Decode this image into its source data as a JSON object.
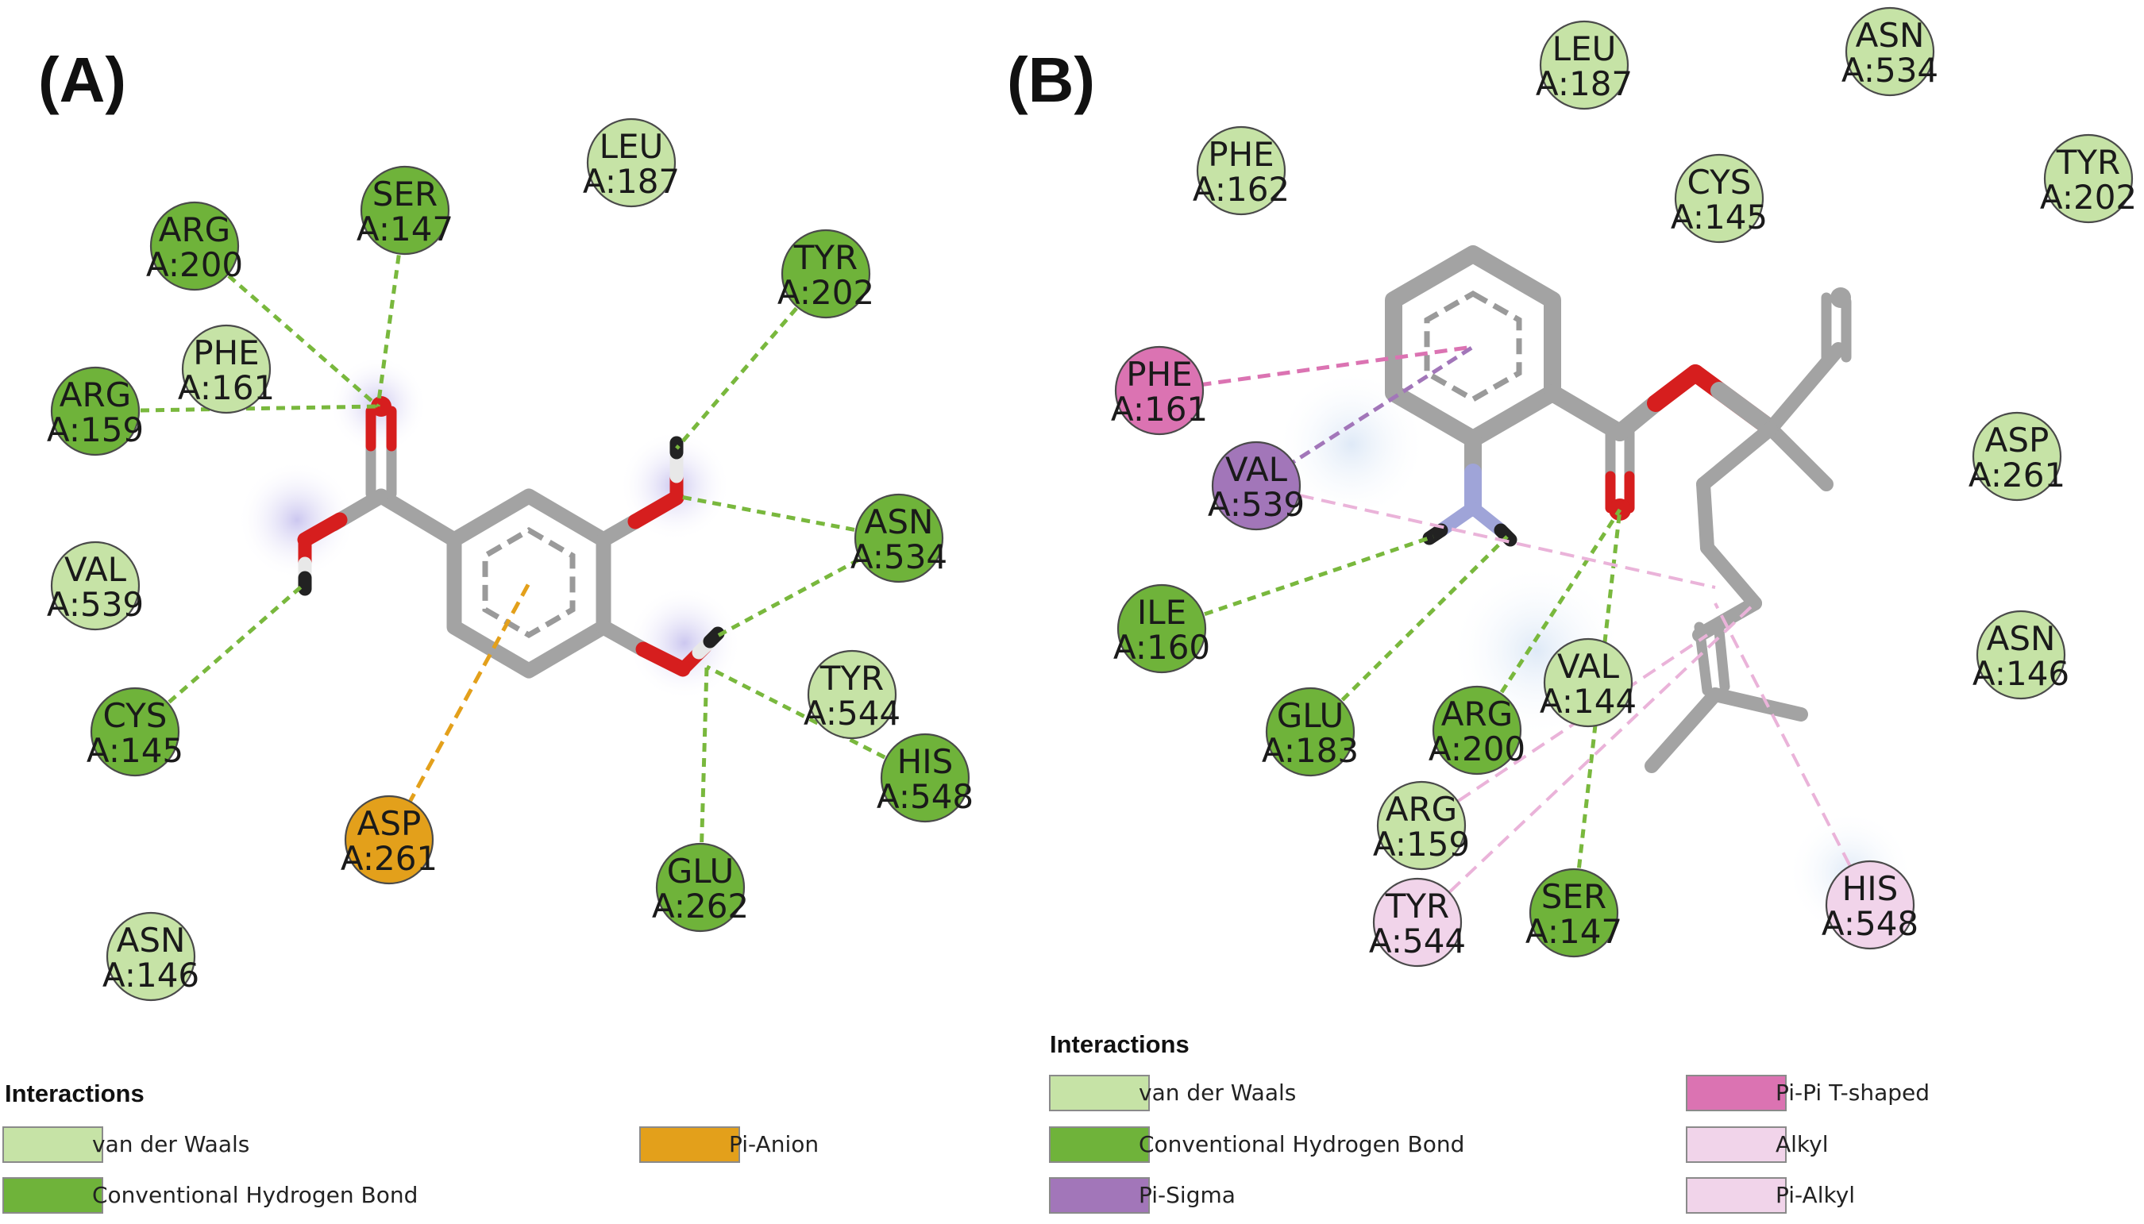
{
  "panels": [
    {
      "id": "A",
      "label": "(A)"
    },
    {
      "id": "B",
      "label": "(B)"
    }
  ],
  "colors": {
    "van_der_waals": "#c6e3a6",
    "conventional_hydrogen_bond": "#6fb33a",
    "pi_anion": "#e3a01b",
    "pi_sigma": "#a276b9",
    "pi_pi_t_shaped": "#db73b2",
    "alkyl": "#f1d4ea",
    "pi_alkyl": "#f1d4ea",
    "bond": "#a3a3a3",
    "oxygen": "#d61e1e",
    "nitrogen": "#9fa4d8",
    "hydrogen_cap": "#222222"
  },
  "panel_a": {
    "residues": [
      {
        "name": "ARG",
        "id": "A:200",
        "type": "conventional_hydrogen_bond"
      },
      {
        "name": "SER",
        "id": "A:147",
        "type": "conventional_hydrogen_bond"
      },
      {
        "name": "LEU",
        "id": "A:187",
        "type": "van_der_waals"
      },
      {
        "name": "TYR",
        "id": "A:202",
        "type": "conventional_hydrogen_bond"
      },
      {
        "name": "PHE",
        "id": "A:161",
        "type": "van_der_waals"
      },
      {
        "name": "ARG",
        "id": "A:159",
        "type": "conventional_hydrogen_bond"
      },
      {
        "name": "ASN",
        "id": "A:534",
        "type": "conventional_hydrogen_bond"
      },
      {
        "name": "VAL",
        "id": "A:539",
        "type": "van_der_waals"
      },
      {
        "name": "TYR",
        "id": "A:544",
        "type": "van_der_waals"
      },
      {
        "name": "CYS",
        "id": "A:145",
        "type": "conventional_hydrogen_bond"
      },
      {
        "name": "HIS",
        "id": "A:548",
        "type": "conventional_hydrogen_bond"
      },
      {
        "name": "ASP",
        "id": "A:261",
        "type": "pi_anion"
      },
      {
        "name": "GLU",
        "id": "A:262",
        "type": "conventional_hydrogen_bond"
      },
      {
        "name": "ASN",
        "id": "A:146",
        "type": "van_der_waals"
      }
    ],
    "legend": {
      "title": "Interactions",
      "items": [
        {
          "label": "van der Waals",
          "type": "van_der_waals"
        },
        {
          "label": "Conventional Hydrogen Bond",
          "type": "conventional_hydrogen_bond"
        },
        {
          "label": "Pi-Anion",
          "type": "pi_anion"
        }
      ]
    }
  },
  "panel_b": {
    "residues": [
      {
        "name": "LEU",
        "id": "A:187",
        "type": "van_der_waals"
      },
      {
        "name": "ASN",
        "id": "A:534",
        "type": "van_der_waals"
      },
      {
        "name": "PHE",
        "id": "A:162",
        "type": "van_der_waals"
      },
      {
        "name": "CYS",
        "id": "A:145",
        "type": "van_der_waals"
      },
      {
        "name": "TYR",
        "id": "A:202",
        "type": "van_der_waals"
      },
      {
        "name": "PHE",
        "id": "A:161",
        "type": "pi_pi_t_shaped"
      },
      {
        "name": "VAL",
        "id": "A:539",
        "type": "pi_sigma"
      },
      {
        "name": "ASP",
        "id": "A:261",
        "type": "van_der_waals"
      },
      {
        "name": "ILE",
        "id": "A:160",
        "type": "conventional_hydrogen_bond"
      },
      {
        "name": "VAL",
        "id": "A:144",
        "type": "van_der_waals"
      },
      {
        "name": "ASN",
        "id": "A:146",
        "type": "van_der_waals"
      },
      {
        "name": "GLU",
        "id": "A:183",
        "type": "conventional_hydrogen_bond"
      },
      {
        "name": "ARG",
        "id": "A:200",
        "type": "conventional_hydrogen_bond"
      },
      {
        "name": "ARG",
        "id": "A:159",
        "type": "van_der_waals"
      },
      {
        "name": "SER",
        "id": "A:147",
        "type": "conventional_hydrogen_bond"
      },
      {
        "name": "TYR",
        "id": "A:544",
        "type": "alkyl"
      },
      {
        "name": "HIS",
        "id": "A:548",
        "type": "alkyl"
      }
    ],
    "legend": {
      "title": "Interactions",
      "items": [
        {
          "label": "van der Waals",
          "type": "van_der_waals"
        },
        {
          "label": "Conventional Hydrogen Bond",
          "type": "conventional_hydrogen_bond"
        },
        {
          "label": "Pi-Sigma",
          "type": "pi_sigma"
        },
        {
          "label": "Pi-Pi T-shaped",
          "type": "pi_pi_t_shaped"
        },
        {
          "label": "Alkyl",
          "type": "alkyl"
        },
        {
          "label": "Pi-Alkyl",
          "type": "pi_alkyl"
        }
      ]
    }
  }
}
